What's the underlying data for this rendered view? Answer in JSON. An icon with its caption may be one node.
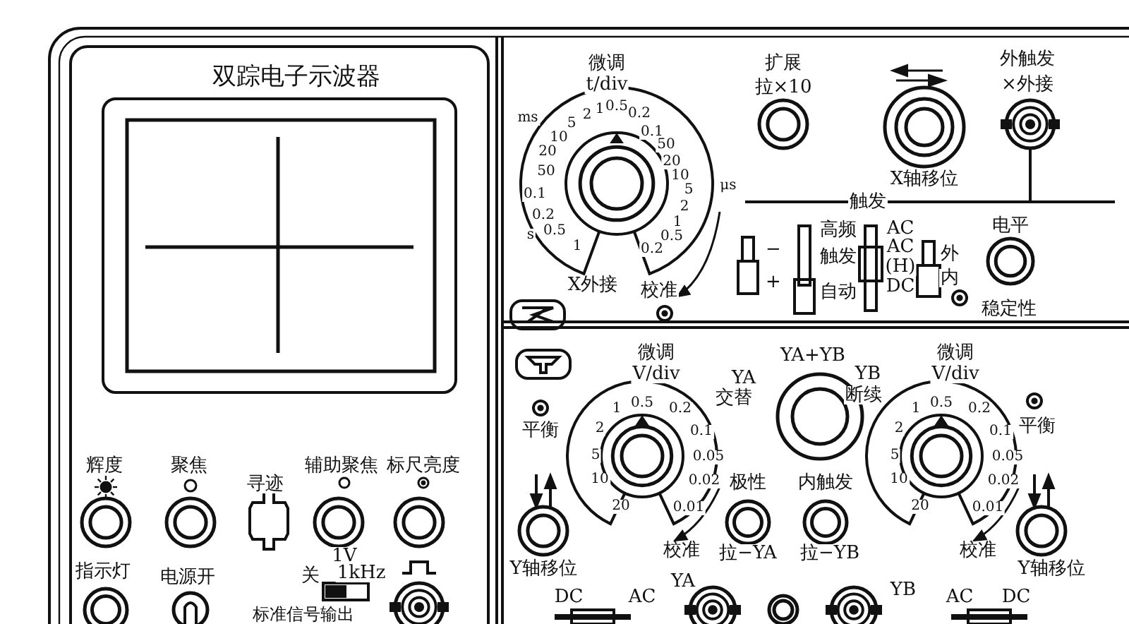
{
  "diagram": {
    "title": "双踪电子示波器",
    "labels": [
      "微调",
      "t/div",
      "扩展",
      "拉×10",
      "外触发",
      "×外接",
      "ms",
      "10",
      "5",
      "2",
      "1",
      "0.5",
      "0.2",
      "0.1",
      "20",
      "50",
      "0.1",
      "0.2",
      "0.5",
      "1",
      "s",
      "50",
      "20",
      "10",
      "5",
      "2",
      "1",
      "0.5",
      "0.2",
      "μs",
      "X外接",
      "校准",
      "X轴移位",
      "触发",
      "高频",
      "触发",
      "自动",
      "−",
      "+",
      "AC",
      "AC",
      "(H)",
      "DC",
      "外",
      "内",
      "电平",
      "稳定性",
      "微调",
      "V/div",
      "YA+YB",
      "YA",
      "交替",
      "YB",
      "断续",
      "微调",
      "V/div",
      "平衡",
      "平衡",
      "1",
      "0.5",
      "0.2",
      "2",
      "0.1",
      "5",
      "0.05",
      "10",
      "0.02",
      "20",
      "0.01",
      "1",
      "0.5",
      "0.2",
      "2",
      "0.1",
      "5",
      "0.05",
      "10",
      "0.02",
      "20",
      "0.01",
      "极性",
      "内触发",
      "校准",
      "拉−YA",
      "拉−YB",
      "校准",
      "Y轴移位",
      "Y轴移位",
      "YA",
      "YB",
      "DC",
      "AC",
      "AC",
      "DC",
      "辉度",
      "聚焦",
      "寻迹",
      "辅助聚焦",
      "标尺亮度",
      "指示灯",
      "电源开",
      "1V",
      "关",
      "1kHz",
      "标准信号输出"
    ]
  }
}
